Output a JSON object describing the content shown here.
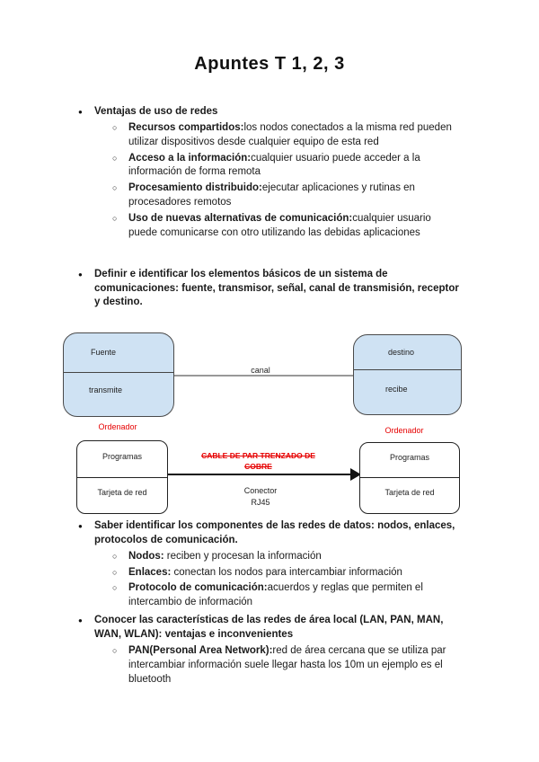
{
  "title": "Apuntes T 1, 2, 3",
  "colors": {
    "red": "#e60000",
    "box_blue": "#cfe2f3"
  },
  "section1": {
    "heading": "Ventajas de uso de redes",
    "items": [
      {
        "bold": "Recursos compartidos:",
        "text": "los nodos conectados a la misma red pueden utilizar dispositivos desde cualquier equipo de esta red"
      },
      {
        "bold": "Acceso a la información:",
        "text": "cualquier usuario puede acceder a la información de forma remota"
      },
      {
        "bold": "Procesamiento distribuido:",
        "text": "ejecutar aplicaciones y rutinas en procesadores remotos"
      },
      {
        "bold": "Uso de nuevas alternativas de comunicación:",
        "text": "cualquier usuario puede comunicarse con otro utilizando las debidas aplicaciones"
      }
    ]
  },
  "section2": {
    "heading": "Definir e identificar los elementos básicos de un sistema de comunicaciones: fuente, transmisor, señal, canal de transmisión, receptor y destino."
  },
  "diagram1": {
    "left_top": "Fuente",
    "left_bottom": "transmite",
    "right_top": "destino",
    "right_bottom": "recibe",
    "link_label": "canal",
    "left_caption": "Ordenador",
    "right_caption": "Ordenador"
  },
  "diagram2": {
    "left_top": "Programas",
    "left_bottom": "Tarjeta de red",
    "right_top": "Programas",
    "right_bottom": "Tarjeta de red",
    "cable_label": "CABLE DE PAR TRENZADO DE COBRE",
    "connector_line1": "Conector",
    "connector_line2": "RJ45"
  },
  "section3": {
    "heading": "Saber identificar los componentes de las redes de datos: nodos, enlaces, protocolos de comunicación.",
    "items": [
      {
        "bold": "Nodos:",
        "text": " reciben y procesan la información"
      },
      {
        "bold": "Enlaces:",
        "text": " conectan los nodos para intercambiar información"
      },
      {
        "bold": "Protocolo de comunicación:",
        "text": "acuerdos y reglas que permiten el intercambio de información"
      }
    ]
  },
  "section4": {
    "heading": "Conocer las características de las redes de área local (LAN, PAN, MAN, WAN, WLAN): ventajas e inconvenientes",
    "items": [
      {
        "bold": "PAN(Personal Area Network):",
        "text": "red de área cercana que se utiliza par intercambiar información suele llegar hasta los 10m un ejemplo es el bluetooth"
      }
    ]
  }
}
